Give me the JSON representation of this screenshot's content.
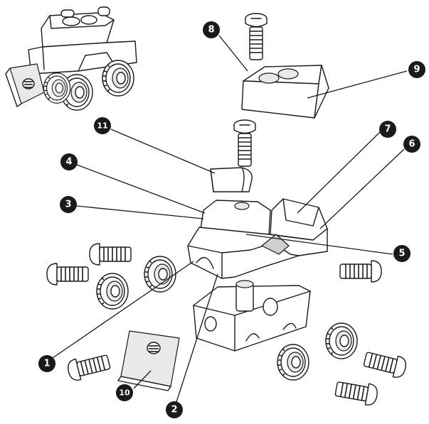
{
  "callouts": [
    {
      "id": "1",
      "label": "1"
    },
    {
      "id": "2",
      "label": "2"
    },
    {
      "id": "3",
      "label": "3"
    },
    {
      "id": "4",
      "label": "4"
    },
    {
      "id": "5",
      "label": "5"
    },
    {
      "id": "6",
      "label": "6"
    },
    {
      "id": "7",
      "label": "7"
    },
    {
      "id": "8",
      "label": "8"
    },
    {
      "id": "9",
      "label": "9"
    },
    {
      "id": "10",
      "label": "10"
    },
    {
      "id": "11",
      "label": "11"
    }
  ],
  "parts": [
    "assembled-toy-truck",
    "screw-top",
    "cab-block",
    "screw-middle",
    "seat-piece",
    "truck-body",
    "wheel",
    "screw",
    "chassis",
    "front-scoop"
  ]
}
